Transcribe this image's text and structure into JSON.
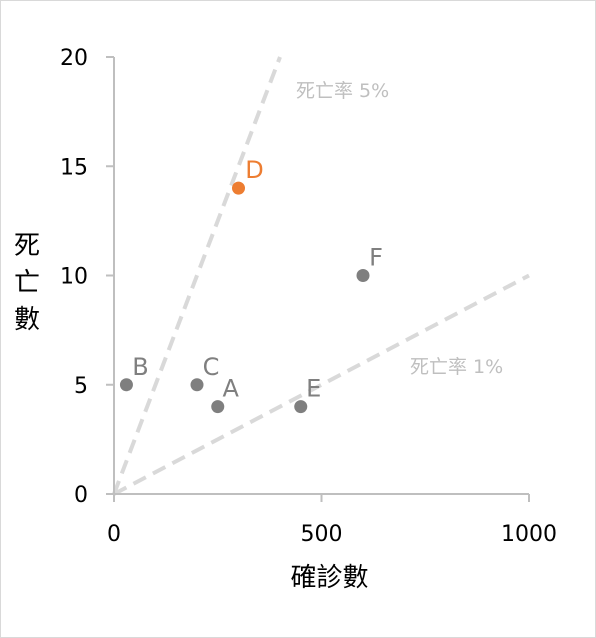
{
  "chart_data": {
    "type": "scatter",
    "xlabel": "確診數",
    "ylabel": "死亡數",
    "xlim": [
      0,
      1000
    ],
    "ylim": [
      0,
      20
    ],
    "x_ticks": [
      "0",
      "500",
      "1000"
    ],
    "y_ticks": [
      "0",
      "5",
      "10",
      "15",
      "20"
    ],
    "grid": false,
    "points": [
      {
        "label": "A",
        "x": 250,
        "y": 4,
        "color": "#7f7f7f"
      },
      {
        "label": "B",
        "x": 30,
        "y": 5,
        "color": "#7f7f7f"
      },
      {
        "label": "C",
        "x": 200,
        "y": 5,
        "color": "#7f7f7f"
      },
      {
        "label": "D",
        "x": 300,
        "y": 14,
        "color": "#ed7d31"
      },
      {
        "label": "E",
        "x": 450,
        "y": 4,
        "color": "#7f7f7f"
      },
      {
        "label": "F",
        "x": 600,
        "y": 10,
        "color": "#7f7f7f"
      }
    ],
    "reference_lines": [
      {
        "label": "死亡率 5%",
        "slope": 0.05,
        "color": "#d9d9d9"
      },
      {
        "label": "死亡率 1%",
        "slope": 0.01,
        "color": "#d9d9d9"
      }
    ]
  }
}
